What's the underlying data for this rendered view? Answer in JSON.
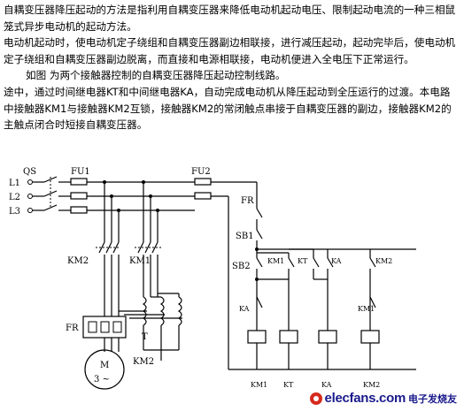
{
  "paragraphs": [
    "自耦变压器降压起动的方法是指利用自耦变压器来降低电动机起动电压、限制起动电流的一种三相鼠笼式异步电动机的起动方法。",
    "电动机起动时，使电动机定子绕组和自耦变压器副边相联接，进行减压起动，起动完毕后，使电动机定子绕组和自耦变压器副边脱离，而直接和电源相联接，电动机便进入全电压下正常运行。",
    "如图  为两个接触器控制的自耦变压器降压起动控制线路。",
    "途中，通过时间继电器KT和中间继电器KA，自动完成电动机从降压起动到全压运行的过渡。本电路中接触器KM1与接触器KM2互锁，接触器KM2的常闭触点串接于自耦变压器的副边，接触器KM2的主触点闭合时短接自耦变压器。"
  ],
  "diagram": {
    "lines": [
      "L1",
      "L2",
      "L3"
    ],
    "qs": "QS",
    "fu1": "FU1",
    "fu2": "FU2",
    "km2_main": "KM2",
    "km1_main": "KM1",
    "fr_main": "FR",
    "transformer": "T",
    "km2_lower": "KM2",
    "motor_label": "M",
    "motor_phase": "3 ~",
    "ctrl_fr": "FR",
    "ctrl_sb1": "SB1",
    "ctrl_sb2": "SB2",
    "ctrl_km1_contact": "KM1",
    "ctrl_kt_contact": "KT",
    "ctrl_ka_contact1": "KA",
    "ctrl_km2_contact": "KM2",
    "ctrl_ka_nc": "KA",
    "ctrl_km1_nc": "KM1",
    "coils": [
      "KM1",
      "KT",
      "KA",
      "KM2"
    ]
  },
  "logo": {
    "brand": "elecfans.com",
    "cn": "电子发烧友"
  }
}
